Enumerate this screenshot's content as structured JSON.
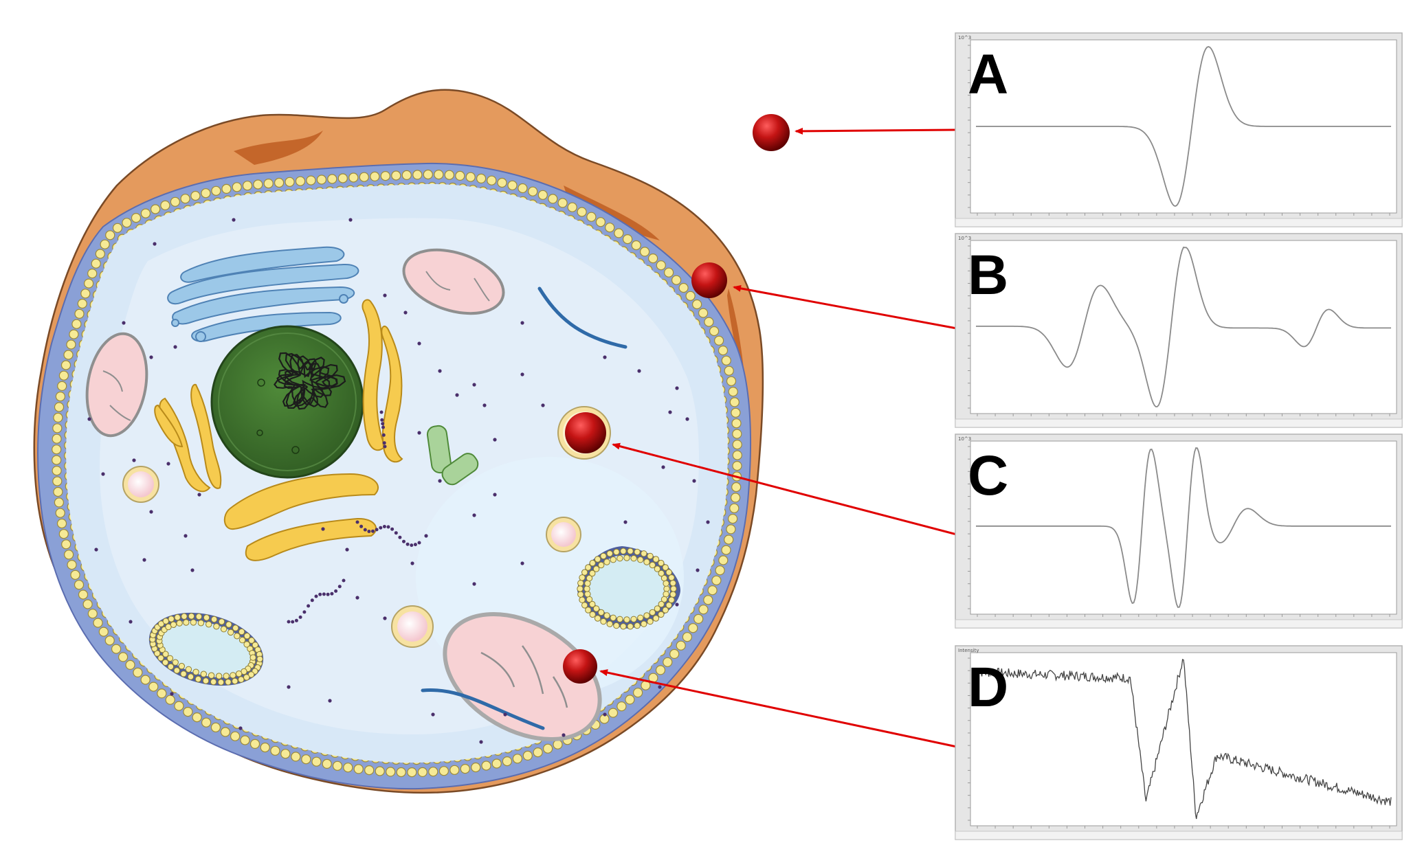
{
  "panels": [
    {
      "label": "A",
      "y_unit": "10^3"
    },
    {
      "label": "B",
      "y_unit": "10^3"
    },
    {
      "label": "C",
      "y_unit": "10^3"
    },
    {
      "label": "D",
      "y_unit": "Intensity"
    }
  ],
  "colors": {
    "membrane_orange": "#e49a5d",
    "membrane_dark": "#c4662a",
    "cytoplasm": "#d8e8f7",
    "phospholipid_head": "#f6ea96",
    "nucleus": "#3e6f2d",
    "golgi": "#84b7dd",
    "er": "#f6cb4f",
    "mitochondria": "#f7d2d4",
    "probe_red": "#b10f0f",
    "arrow_red": "#e00000",
    "trace": "#888888"
  },
  "icons": [
    "probe-sphere",
    "arrow"
  ],
  "chart_data": {
    "type": "line",
    "panels": [
      "A",
      "B",
      "C",
      "D"
    ]
  }
}
